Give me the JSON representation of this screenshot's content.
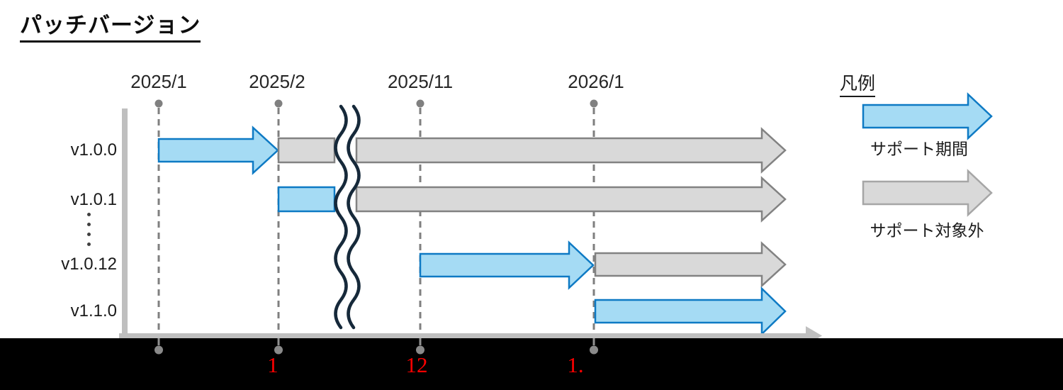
{
  "title": "パッチバージョン",
  "timeline": {
    "dates": [
      {
        "label": "2025/1",
        "annotation": ""
      },
      {
        "label": "2025/2",
        "annotation": "1"
      },
      {
        "label": "2025/11",
        "annotation": "12"
      },
      {
        "label": "2026/1",
        "annotation": "1."
      }
    ]
  },
  "rows": [
    {
      "label": "v1.0.0",
      "segments": [
        {
          "type": "support",
          "from": "2025/1",
          "to": "2025/2"
        },
        {
          "type": "unsupported",
          "from": "2025/2",
          "to": "end"
        }
      ]
    },
    {
      "label": "v1.0.1",
      "segments": [
        {
          "type": "support",
          "from": "2025/2",
          "to": "time-break"
        },
        {
          "type": "unsupported",
          "from": "time-break",
          "to": "end"
        }
      ]
    },
    {
      "label": "v1.0.12",
      "segments": [
        {
          "type": "support",
          "from": "2025/11",
          "to": "2026/1"
        },
        {
          "type": "unsupported",
          "from": "2026/1",
          "to": "end"
        }
      ]
    },
    {
      "label": "v1.1.0",
      "segments": [
        {
          "type": "support",
          "from": "2026/1",
          "to": "end"
        }
      ]
    }
  ],
  "legend": {
    "title": "凡例",
    "items": [
      {
        "type": "support",
        "label": "サポート期間"
      },
      {
        "type": "unsupported",
        "label": "サポート対象外"
      }
    ]
  },
  "colors": {
    "support_fill": "#A5DBF4",
    "support_stroke": "#0E7AC4",
    "unsupported_fill": "#D9D9D9",
    "unsupported_stroke": "#828282",
    "axis": "#BFBFBF",
    "dashed_line": "#7F7F7F",
    "marker": "#808080",
    "break_wave": "#16293A",
    "annotation_red": "#FF0000",
    "bottom_bar": "#000000"
  }
}
